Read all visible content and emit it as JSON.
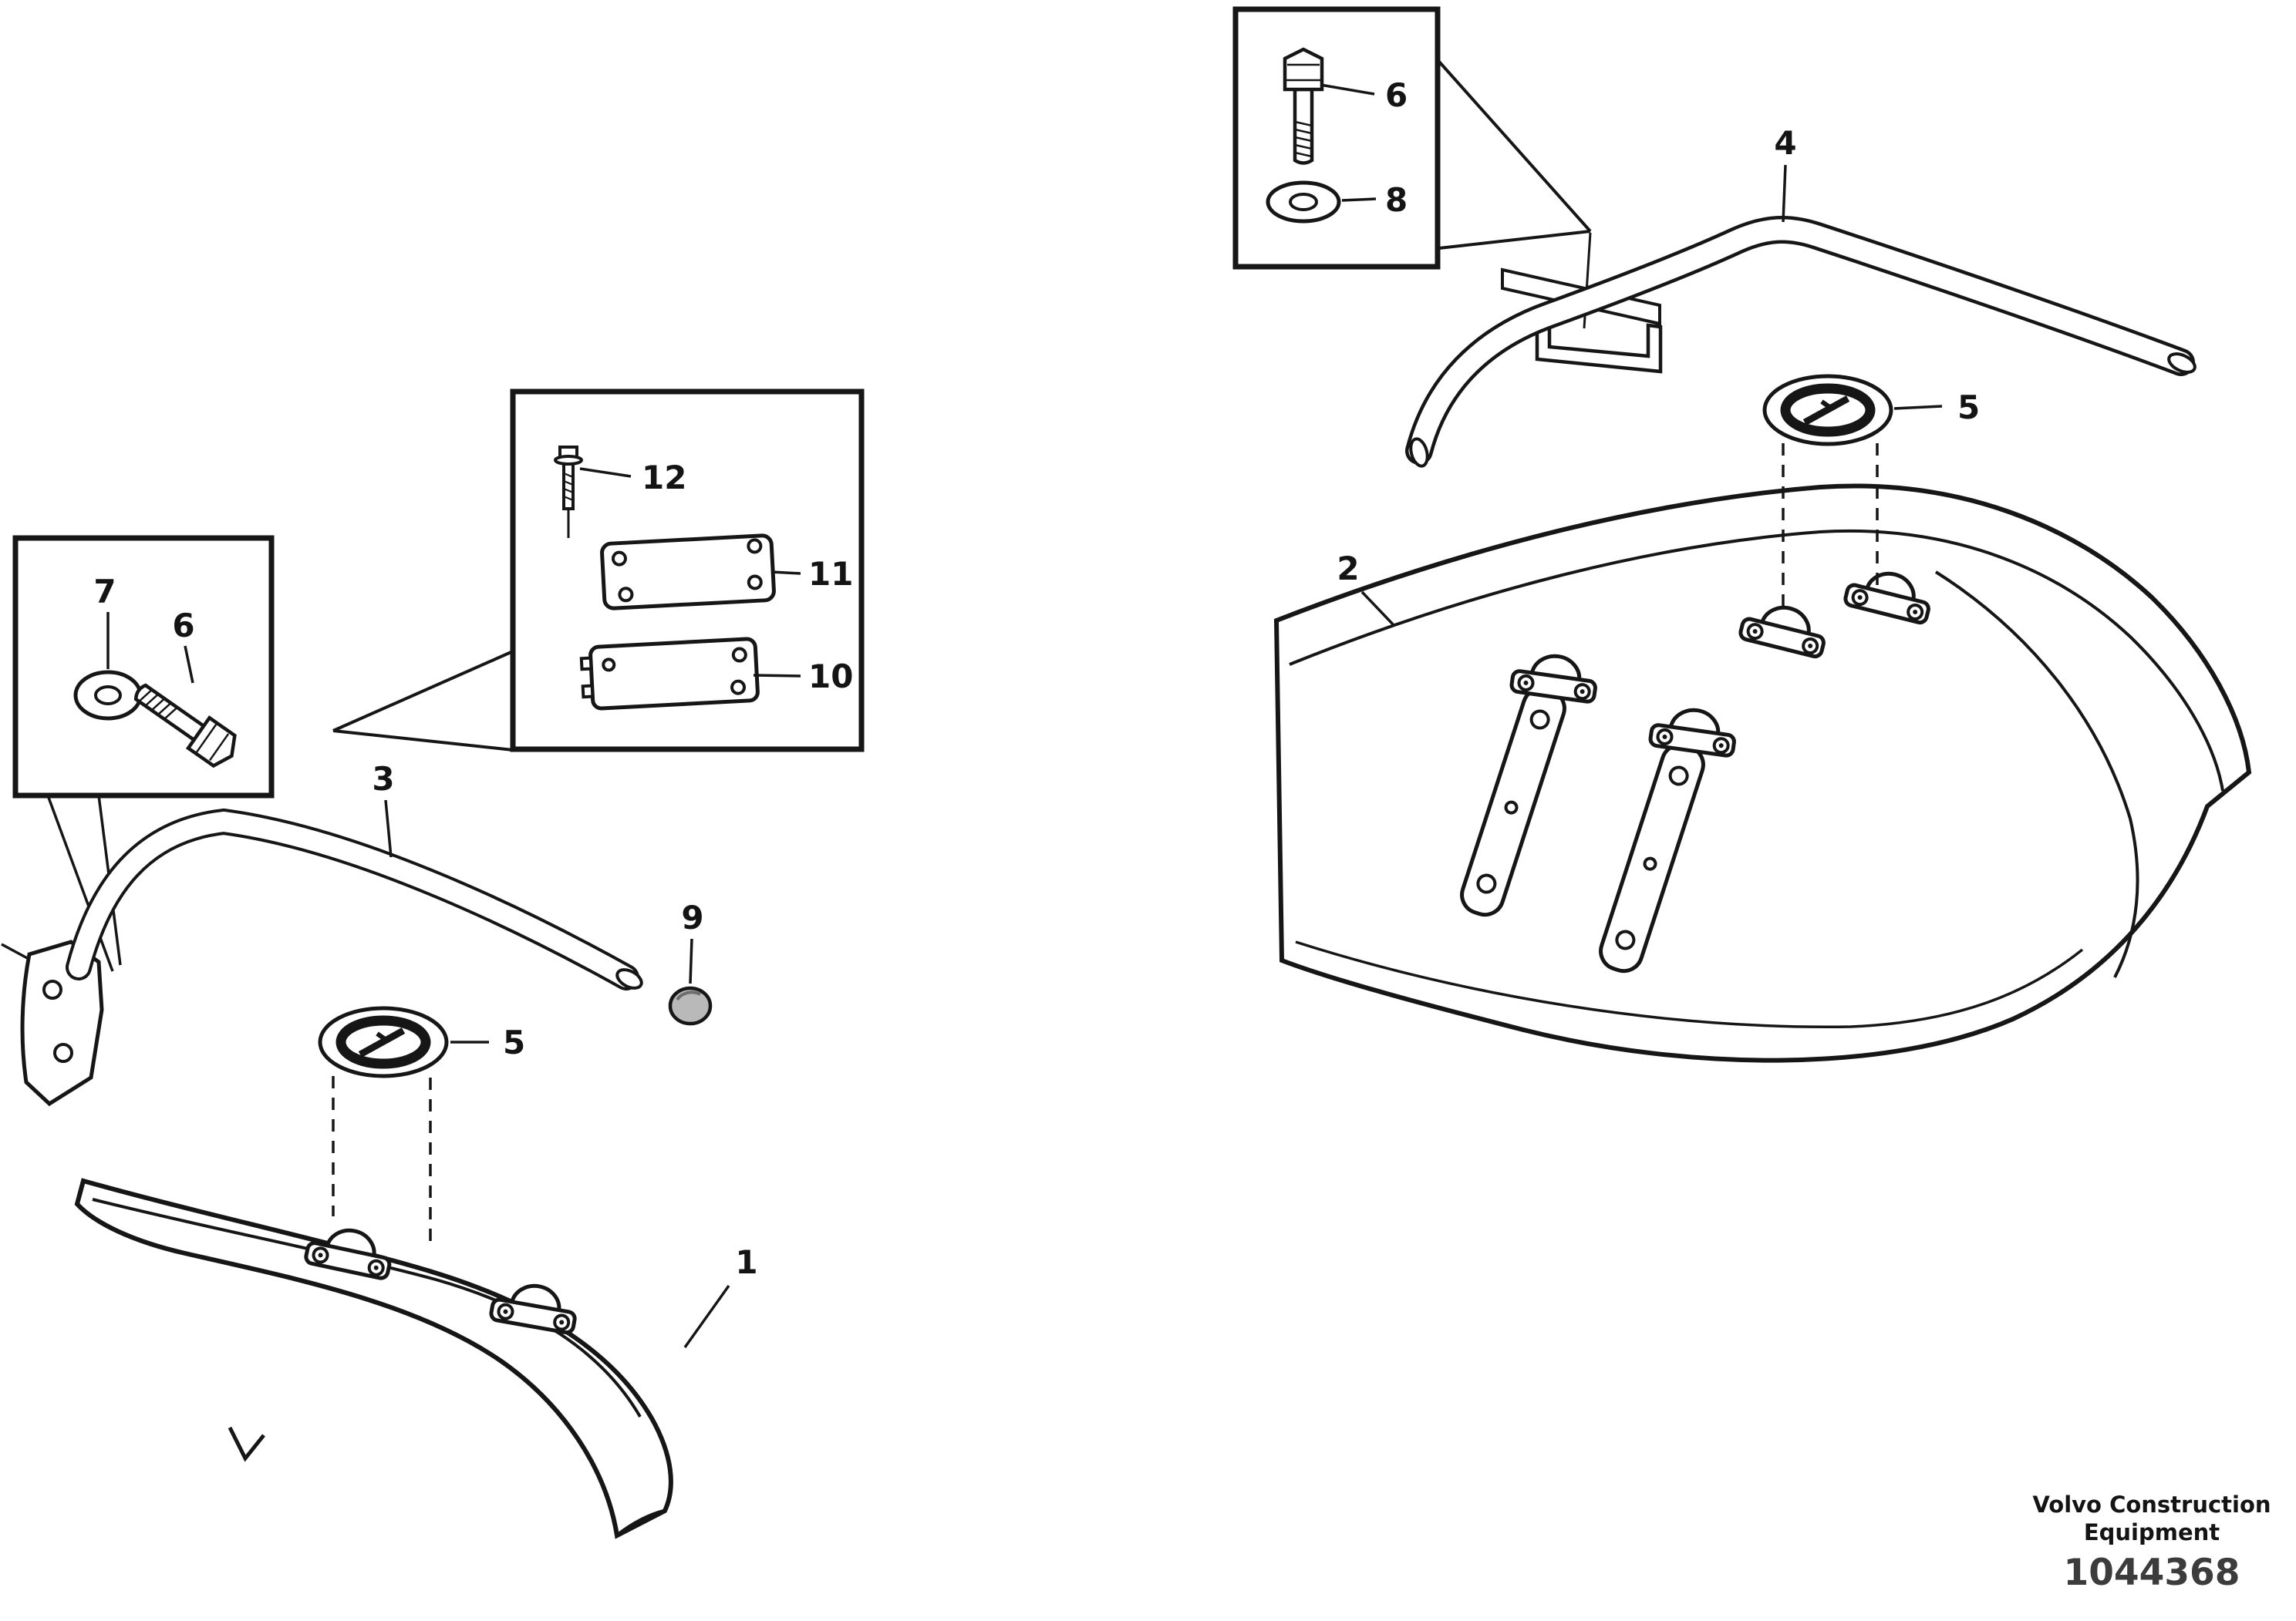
{
  "diagram": {
    "callouts": {
      "fender_left": "1",
      "fender_right": "2",
      "handrail_left": "3",
      "handrail_right": "4",
      "decal_left": "5",
      "decal_right": "5",
      "bolt_left": "6",
      "bolt_right": "6",
      "washer_left": "7",
      "washer_right": "8",
      "plug": "9",
      "plate_lower": "10",
      "plate_upper": "11",
      "screw": "12"
    },
    "footer": {
      "company_line1": "Volvo Construction",
      "company_line2": "Equipment",
      "document_number": "1044368"
    }
  }
}
